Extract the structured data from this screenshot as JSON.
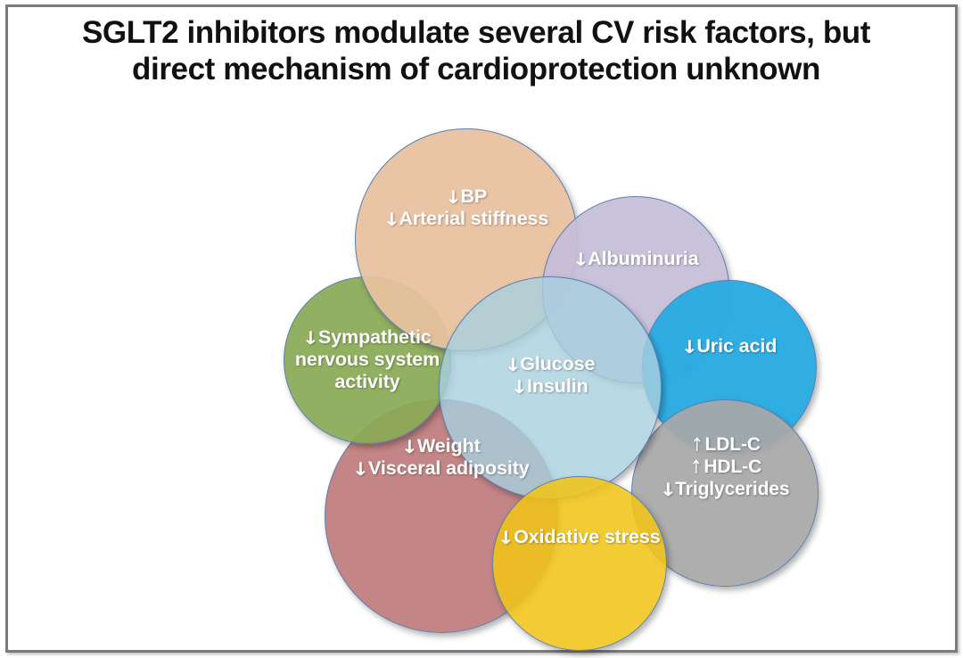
{
  "slide": {
    "title_line1": "SGLT2 inhibitors modulate several CV risk factors, but",
    "title_line2": "direct mechanism of cardioprotection unknown"
  },
  "arrows": {
    "down": "↓",
    "up": "↑"
  },
  "diagram": {
    "type": "venn",
    "circles": [
      {
        "id": "bp",
        "name": "blood-pressure-circle",
        "color": "#E8C19E",
        "lines": [
          {
            "arrow": "down",
            "text": "BP"
          },
          {
            "arrow": "down",
            "text": "Arterial stiffness"
          }
        ]
      },
      {
        "id": "albuminuria",
        "name": "albuminuria-circle",
        "color": "#C5BDD8",
        "lines": [
          {
            "arrow": "down",
            "text": "Albuminuria"
          }
        ]
      },
      {
        "id": "uricacid",
        "name": "uric-acid-circle",
        "color": "#29ABE2",
        "lines": [
          {
            "arrow": "down",
            "text": "Uric acid"
          }
        ]
      },
      {
        "id": "lipids",
        "name": "lipids-circle",
        "color": "#A8A8A8",
        "lines": [
          {
            "arrow": "up",
            "text": "LDL-C"
          },
          {
            "arrow": "up",
            "text": "HDL-C"
          },
          {
            "arrow": "down",
            "text": "Triglycerides"
          }
        ]
      },
      {
        "id": "oxidative",
        "name": "oxidative-stress-circle",
        "color": "#F0C419",
        "lines": [
          {
            "arrow": "down",
            "text": "Oxidative stress"
          }
        ]
      },
      {
        "id": "weight",
        "name": "weight-circle",
        "color": "#BE7C7C",
        "lines": [
          {
            "arrow": "down",
            "text": "Weight"
          },
          {
            "arrow": "down",
            "text": "Visceral adiposity"
          }
        ]
      },
      {
        "id": "sympathetic",
        "name": "sympathetic-activity-circle",
        "color": "#8AAA56",
        "lines": [
          {
            "arrow": "down",
            "text": "Sympathetic"
          },
          {
            "arrow": "none",
            "text": "nervous system"
          },
          {
            "arrow": "none",
            "text": "activity"
          }
        ]
      },
      {
        "id": "glucose",
        "name": "glucose-insulin-circle",
        "color": "#A8D0DE",
        "lines": [
          {
            "arrow": "down",
            "text": "Glucose"
          },
          {
            "arrow": "down",
            "text": "Insulin"
          }
        ]
      }
    ]
  },
  "labels": {
    "bp": {
      "l0_arrow": "↓",
      "l0_text": "BP",
      "l1_arrow": "↓",
      "l1_text": "Arterial stiffness"
    },
    "albuminuria": {
      "l0_arrow": "↓",
      "l0_text": "Albuminuria"
    },
    "uricacid": {
      "l0_arrow": "↓",
      "l0_text": "Uric acid"
    },
    "lipids": {
      "l0_arrow": "↑",
      "l0_text": "LDL-C",
      "l1_arrow": "↑",
      "l1_text": "HDL-C",
      "l2_arrow": "↓",
      "l2_text": "Triglycerides"
    },
    "oxidative": {
      "l0_arrow": "↓",
      "l0_text": "Oxidative stress"
    },
    "weight": {
      "l0_arrow": "↓",
      "l0_text": "Weight",
      "l1_arrow": "↓",
      "l1_text": "Visceral adiposity"
    },
    "sympathetic": {
      "l0_arrow": "↓",
      "l0_text": "Sympathetic",
      "l1_text": "nervous system",
      "l2_text": "activity"
    },
    "glucose": {
      "l0_arrow": "↓",
      "l0_text": "Glucose",
      "l1_arrow": "↓",
      "l1_text": "Insulin"
    }
  }
}
